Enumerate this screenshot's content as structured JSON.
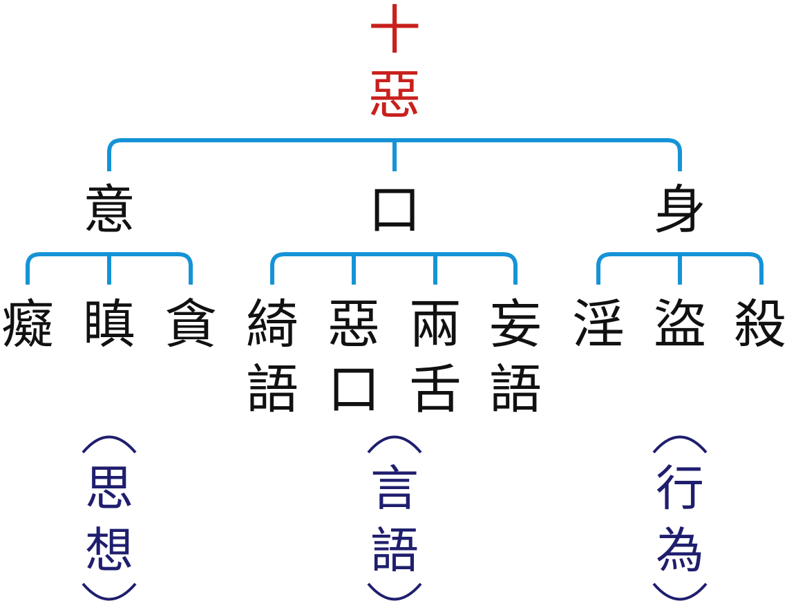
{
  "root": {
    "char1": "十",
    "char2": "惡"
  },
  "categories": [
    {
      "label": "意",
      "note": [
        "思",
        "想"
      ],
      "items": [
        {
          "lines": [
            "癡"
          ]
        },
        {
          "lines": [
            "瞋"
          ]
        },
        {
          "lines": [
            "貪"
          ]
        }
      ]
    },
    {
      "label": "口",
      "note": [
        "言",
        "語"
      ],
      "items": [
        {
          "lines": [
            "綺",
            "語"
          ]
        },
        {
          "lines": [
            "惡",
            "口"
          ]
        },
        {
          "lines": [
            "兩",
            "舌"
          ]
        },
        {
          "lines": [
            "妄",
            "語"
          ]
        }
      ]
    },
    {
      "label": "身",
      "note": [
        "行",
        "為"
      ],
      "items": [
        {
          "lines": [
            "淫"
          ]
        },
        {
          "lines": [
            "盜"
          ]
        },
        {
          "lines": [
            "殺"
          ]
        }
      ]
    }
  ],
  "colors": {
    "root": "#c8201c",
    "connector": "#1593d6",
    "note": "#1f1e6e",
    "text": "#111111"
  }
}
